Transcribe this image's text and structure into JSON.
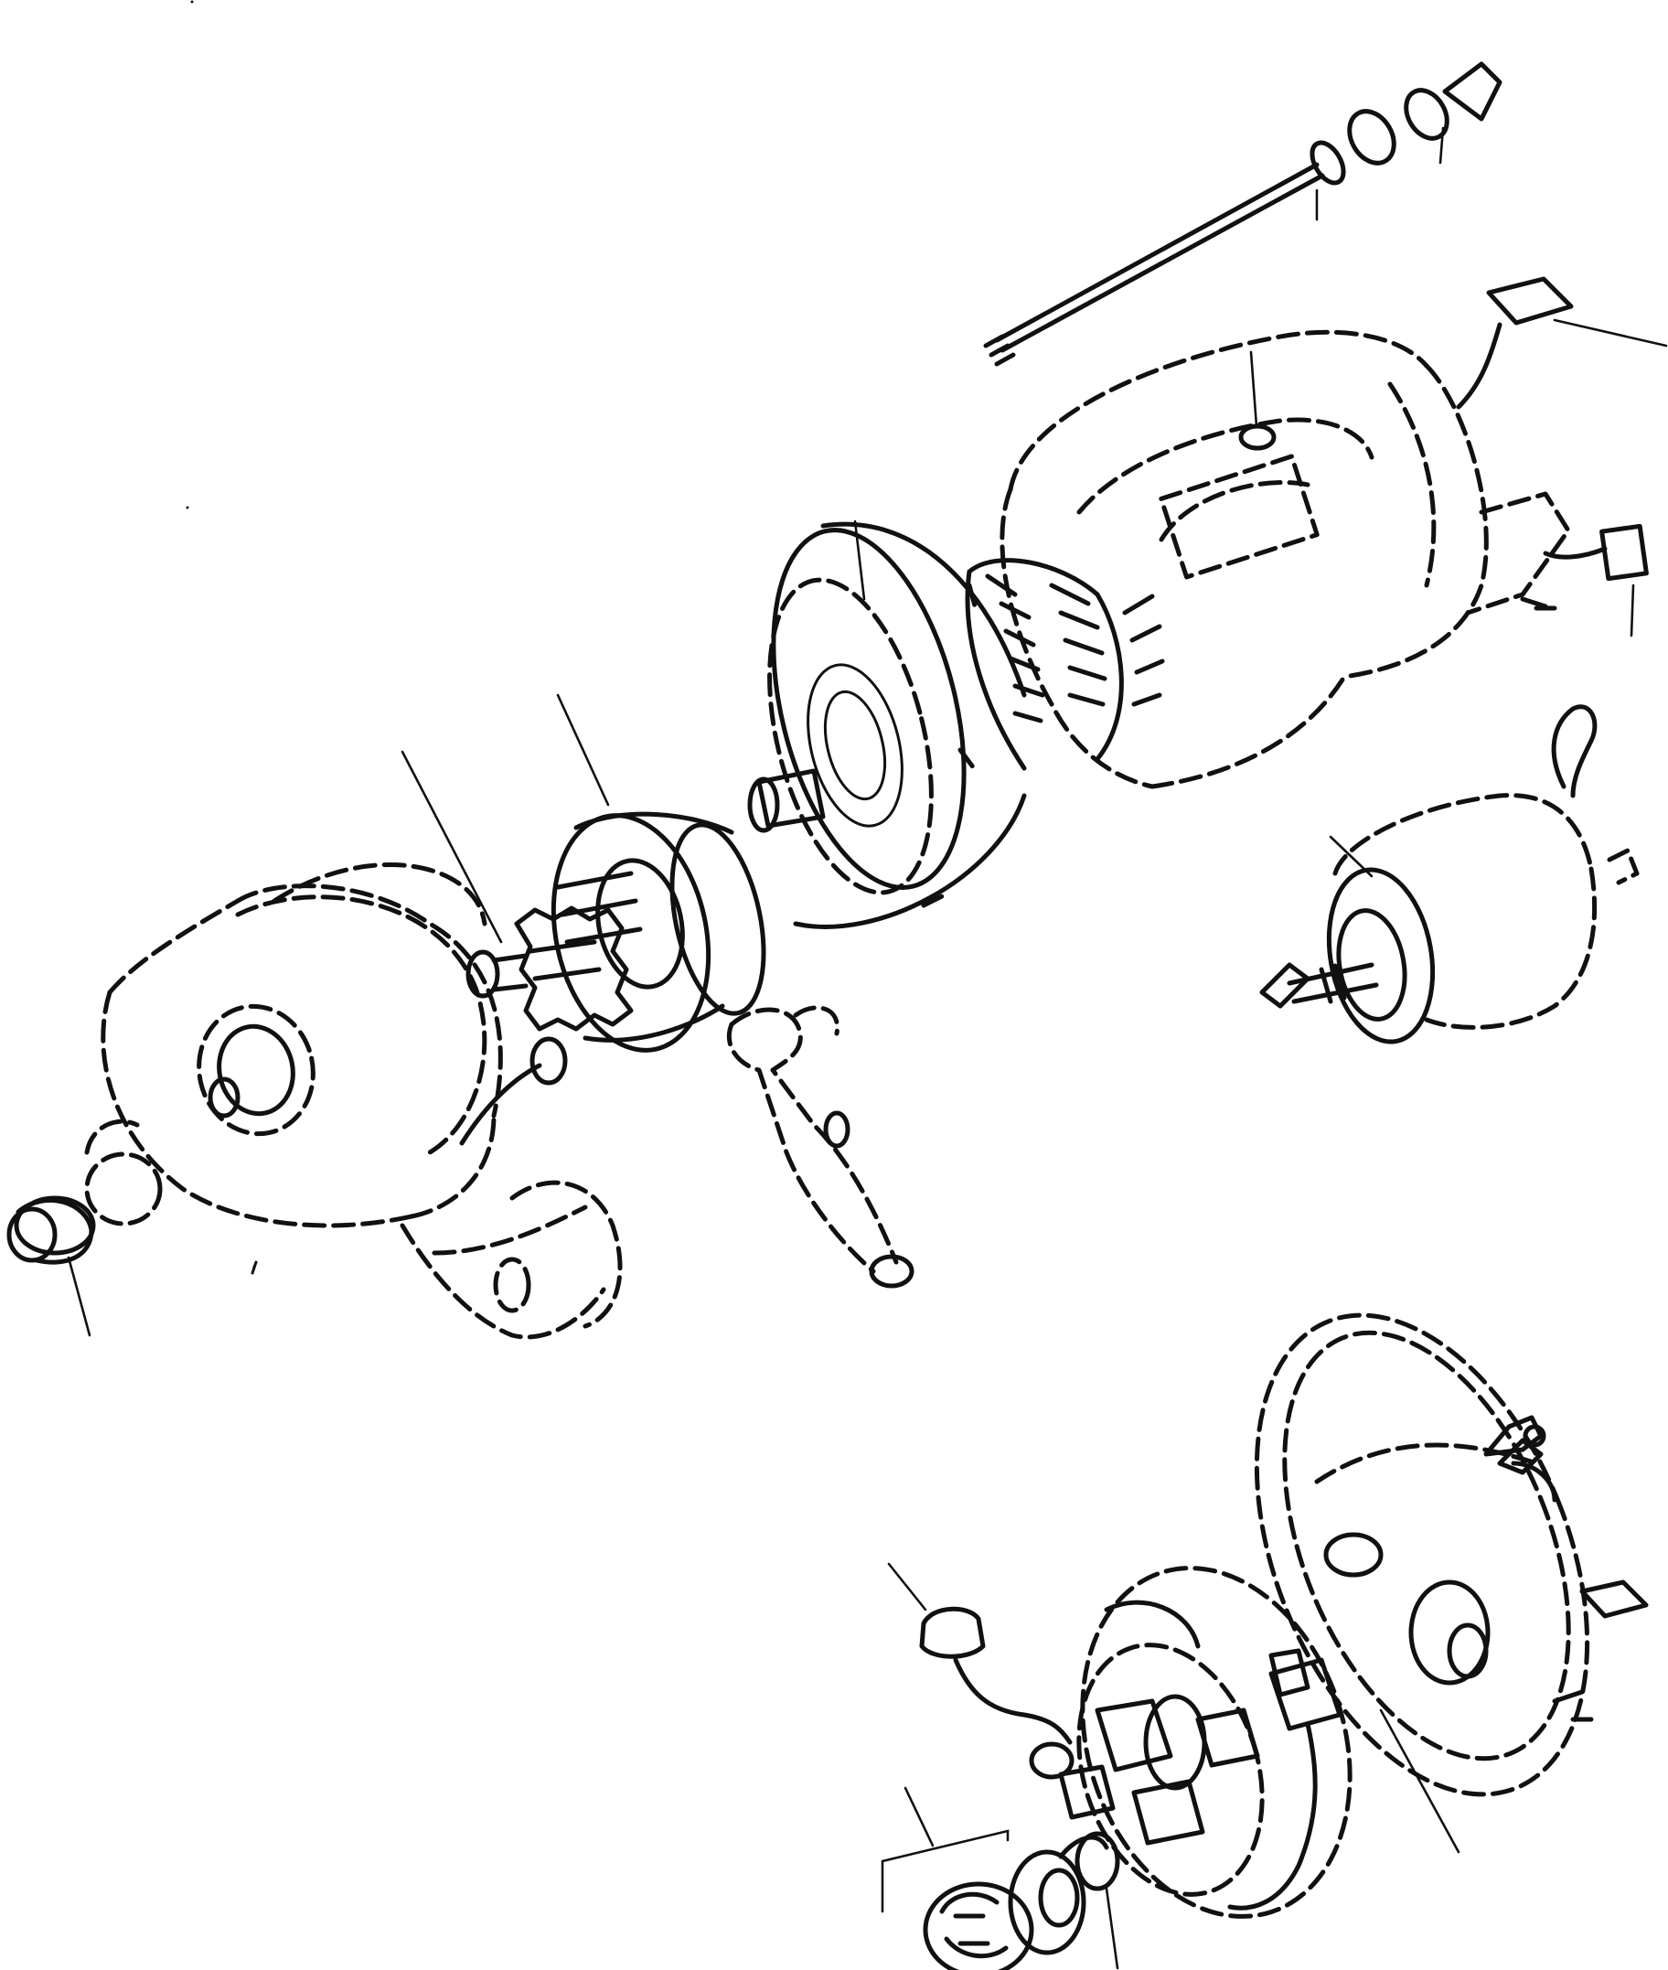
{
  "diagram": {
    "colors": {
      "ink": "#111111",
      "paper": "#ffffff"
    },
    "parts": [
      "through-bolt",
      "stator-yoke",
      "field-connector",
      "brush-lead-connector",
      "armature",
      "overrunning-clutch",
      "pinion-gear",
      "shift-lever",
      "drive-housing",
      "bushing",
      "solenoid",
      "commutator-end-frame",
      "brush-holder",
      "brush-spring-set",
      "end-bearing"
    ]
  }
}
